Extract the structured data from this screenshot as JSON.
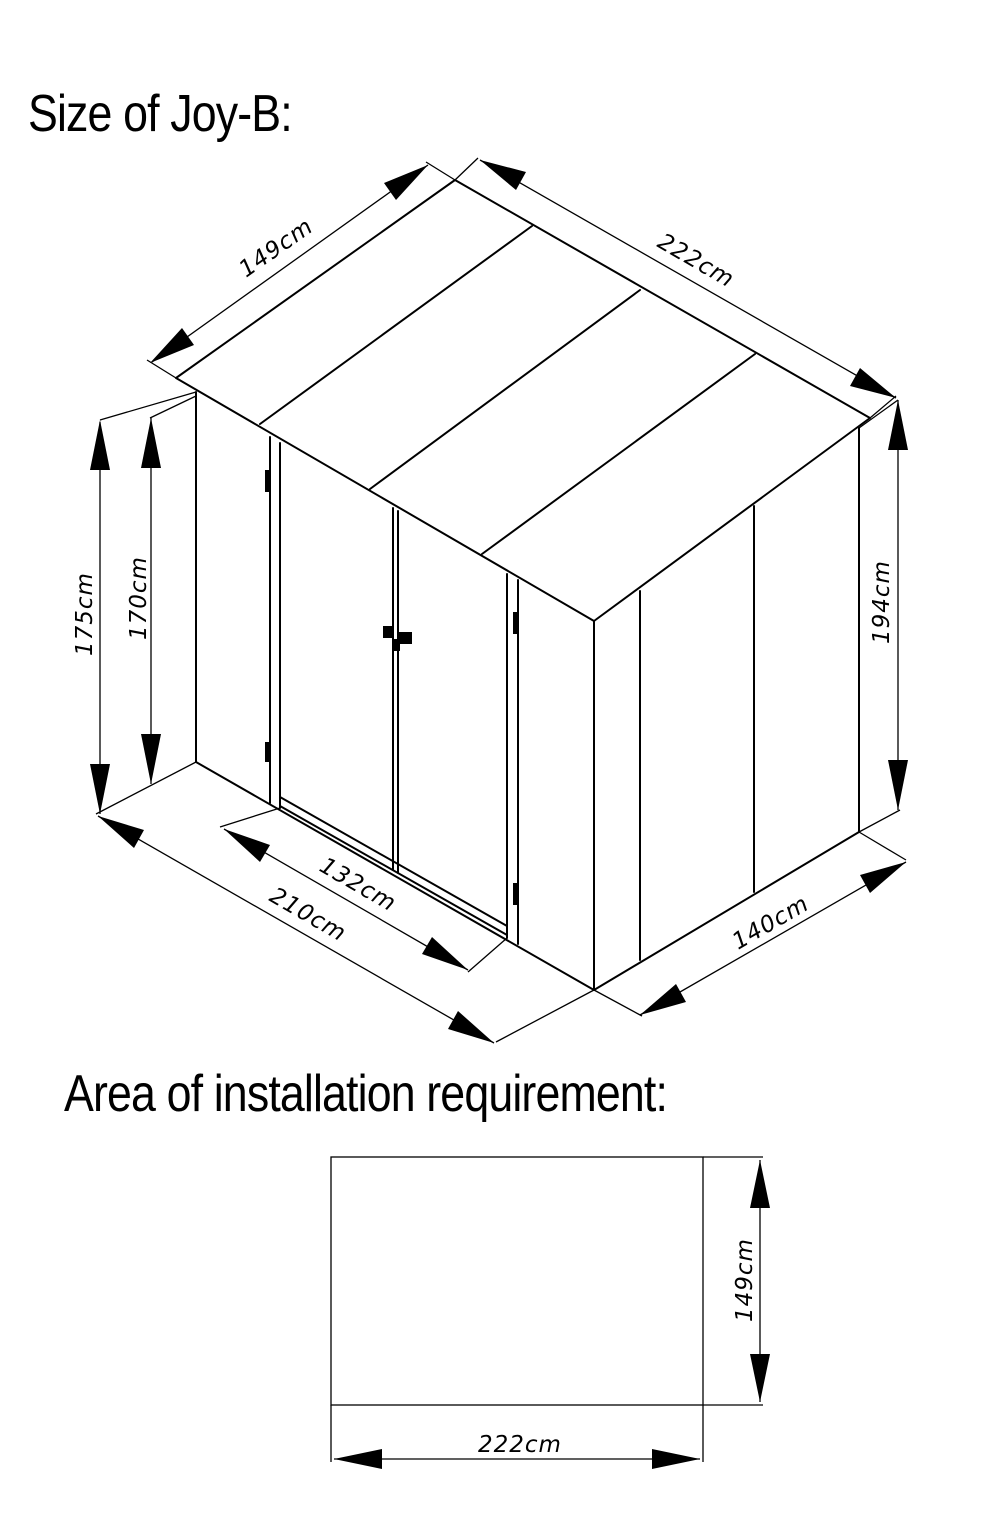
{
  "titles": {
    "size": "Size of Joy-B:",
    "area": "Area of installation requirement:"
  },
  "dimensions": {
    "roof_depth": "149cm",
    "roof_length": "222cm",
    "front_height": "175cm",
    "door_height": "170cm",
    "back_height": "194cm",
    "door_width": "132cm",
    "base_length": "210cm",
    "base_depth": "140cm"
  },
  "area": {
    "width": "222cm",
    "depth": "149cm"
  },
  "colors": {
    "line": "#000000",
    "background": "#ffffff"
  }
}
